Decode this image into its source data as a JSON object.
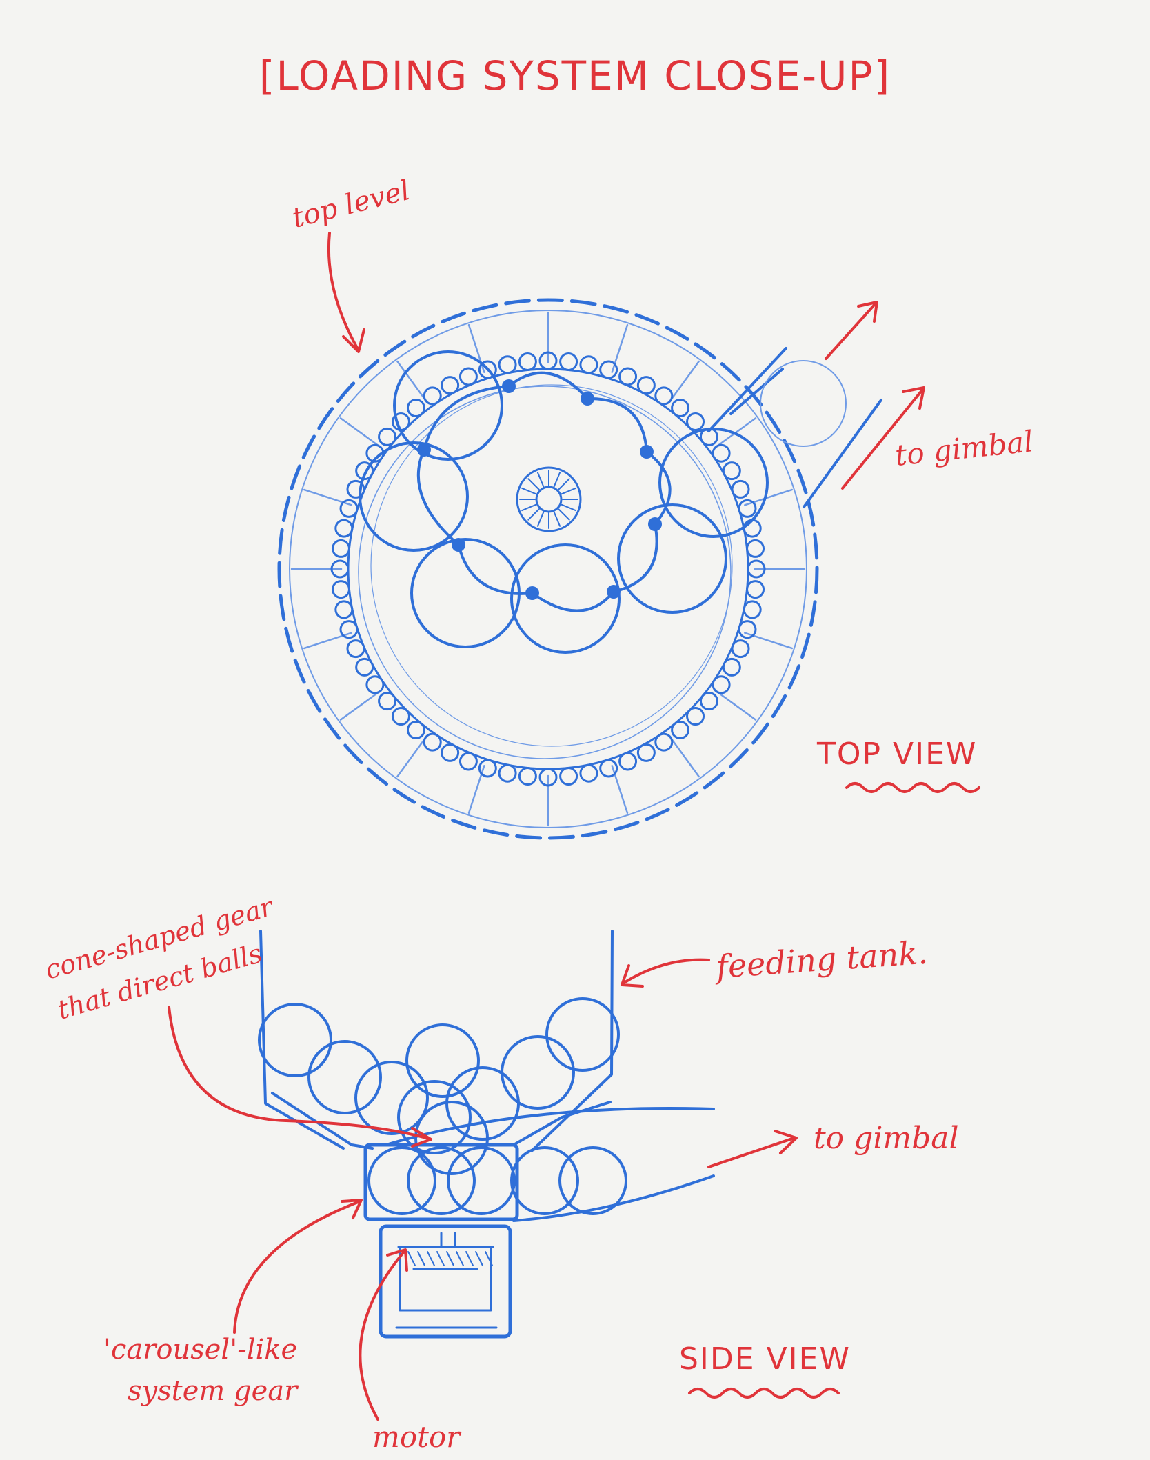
{
  "title": "[LOADING SYSTEM CLOSE-UP]",
  "top_view": {
    "label": "TOP VIEW",
    "callouts": {
      "top_level": "top level",
      "to_gimbal": "to gimbal"
    }
  },
  "side_view": {
    "label": "SIDE VIEW",
    "callouts": {
      "feeding_tank": "feeding tank.",
      "cone_gear_line1": "cone-shaped gear",
      "cone_gear_line2": "that direct balls",
      "to_gimbal": "to gimbal",
      "carousel_line1": "'carousel'-like",
      "carousel_line2": "system gear",
      "motor": "motor"
    }
  },
  "colors": {
    "ink_red": "#e0343a",
    "ink_blue": "#2f6fd8",
    "paper": "#f4f4f2"
  }
}
